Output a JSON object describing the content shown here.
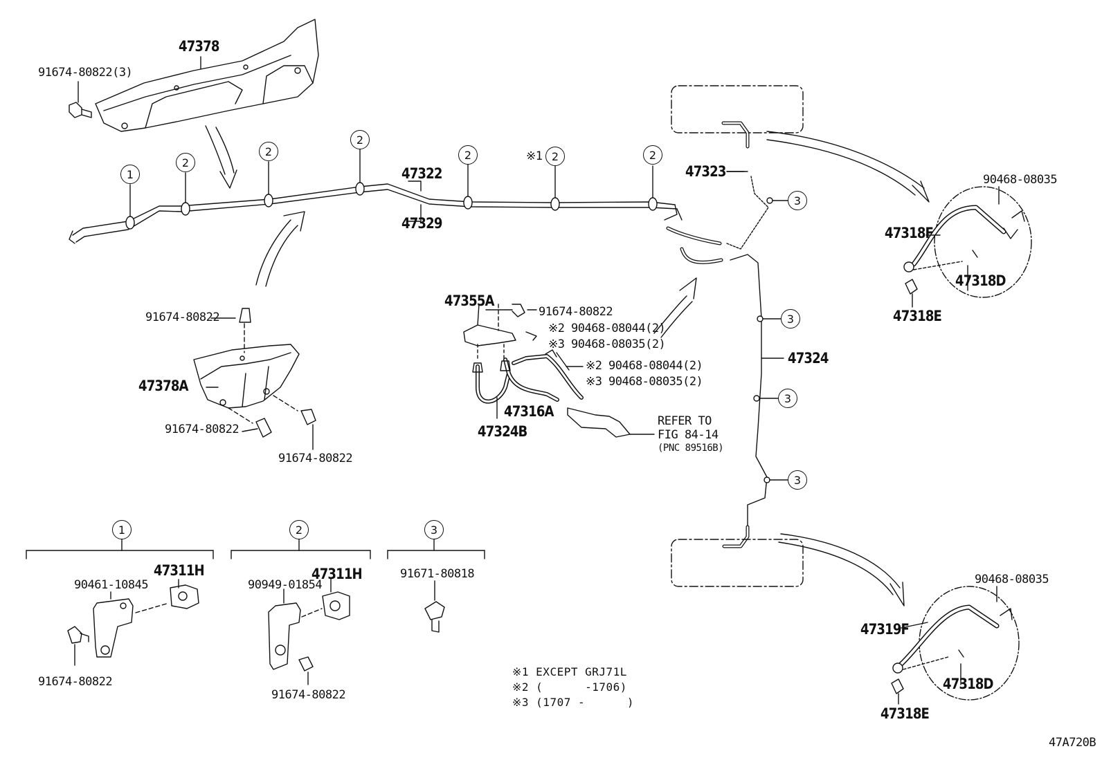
{
  "labels": {
    "p47378": "47378",
    "p91674_80822_3": "91674-80822(3)",
    "p47322": "47322",
    "p47329": "47329",
    "p47323": "47323",
    "p47324": "47324",
    "p47378a": "47378A",
    "p91674_a": "91674-80822",
    "p91674_b": "91674-80822",
    "p91674_c": "91674-80822",
    "p47355a": "47355A",
    "p91674_d": "91674-80822",
    "p90468_08044_2a": "90468-08044(2)",
    "p90468_08035_2a": "90468-08035(2)",
    "p90468_08044_2b": "90468-08044(2)",
    "p90468_08035_2b": "90468-08035(2)",
    "p47316a": "47316A",
    "p47324b": "47324B",
    "refer1": "REFER TO",
    "refer2": "FIG 84-14",
    "refer3": "(PNC 89516B)",
    "p90468_08035_r1": "90468-08035",
    "p47318f": "47318F",
    "p47318d_1": "47318D",
    "p47318e_1": "47318E",
    "p90468_08035_r2": "90468-08035",
    "p47319f": "47319F",
    "p47318d_2": "47318D",
    "p47318e_2": "47318E",
    "g1_47311h": "47311H",
    "g1_90461": "90461-10845",
    "g1_91674": "91674-80822",
    "g2_47311h": "47311H",
    "g2_90949": "90949-01854",
    "g2_91674": "91674-80822",
    "g3_91671": "91671-80818",
    "code": "47A720B"
  },
  "marks": {
    "ref1": "※1",
    "ref2": "※2",
    "ref3": "※3"
  },
  "callouts": {
    "one": "1",
    "two": "2",
    "three": "3"
  },
  "notes": {
    "n1": "※1 EXCEPT GRJ71L",
    "n2": "※2 (      -1706)",
    "n3": "※3 (1707 -      )"
  }
}
